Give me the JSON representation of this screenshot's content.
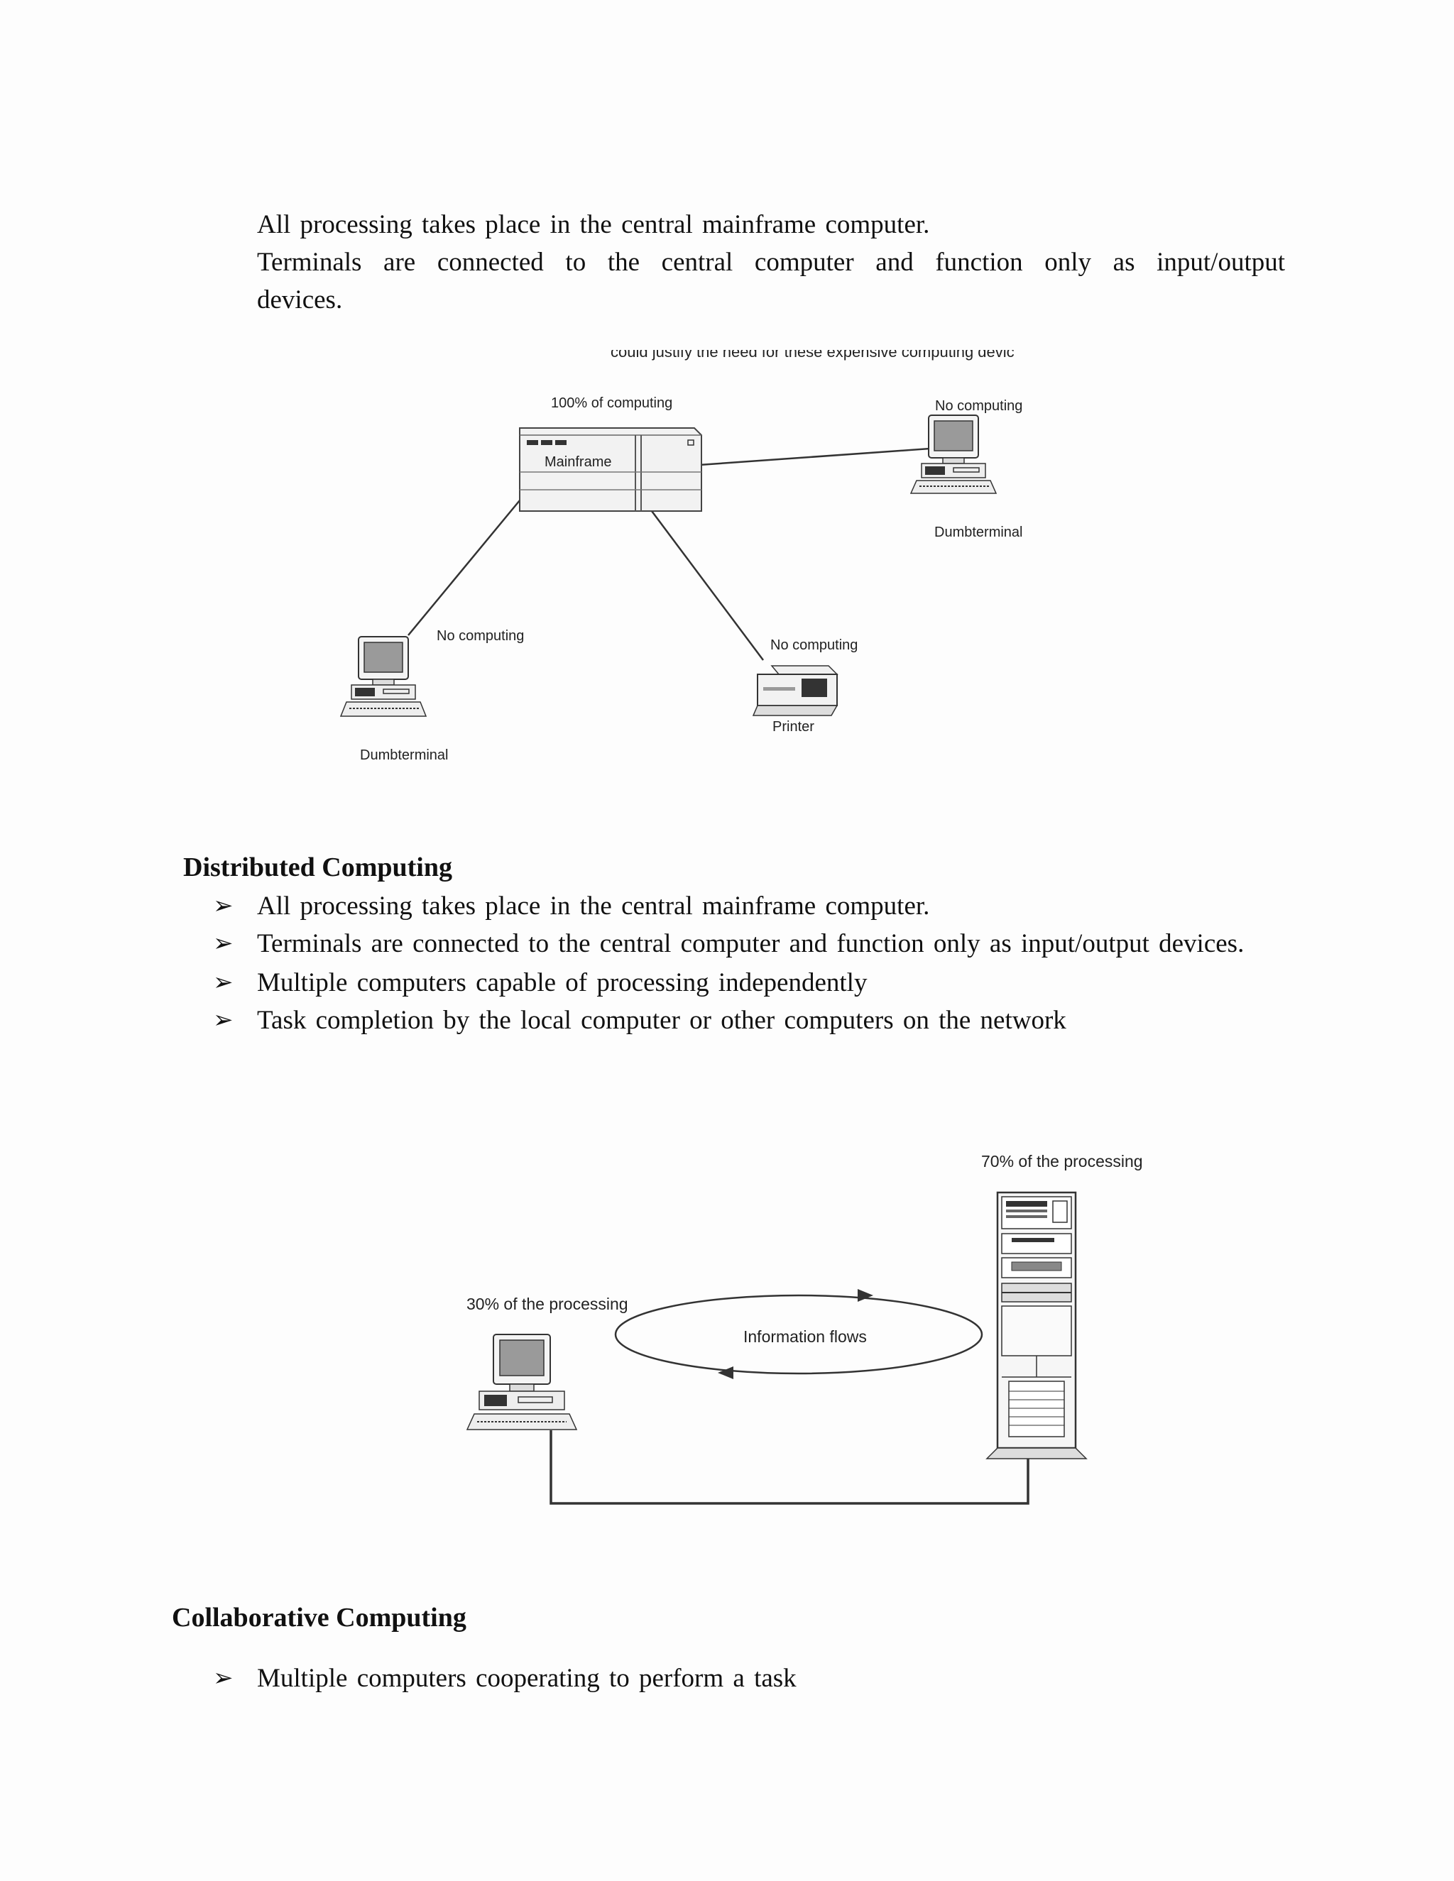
{
  "intro": {
    "line1": "All processing takes place in the central mainframe computer.",
    "line2": "Terminals are connected to the central computer and function only as input/output",
    "line3": "devices."
  },
  "diagram1": {
    "cutoff_caption": "could justify the need for these expensive computing devic",
    "mainframe_label": "Mainframe",
    "mainframe_caption": "100% of computing",
    "terminal_right_caption": "No computing",
    "terminal_right_label": "Dumbterminal",
    "terminal_left_caption": "No computing",
    "terminal_left_label": "Dumbterminal",
    "printer_caption": "No computing",
    "printer_label": "Printer"
  },
  "distributed": {
    "heading": "Distributed Computing",
    "bullets": [
      "All processing takes place in the central mainframe computer.",
      "Terminals are connected to the central computer and function only as input/output devices.",
      "Multiple computers capable of processing independently",
      "Task completion by the local computer or other computers on the network"
    ]
  },
  "diagram2": {
    "client_caption": "30% of the processing",
    "server_caption": "70% of the processing",
    "flow_label": "Information flows"
  },
  "collaborative": {
    "heading": "Collaborative Computing",
    "bullets": [
      "Multiple computers cooperating to perform a task"
    ]
  }
}
